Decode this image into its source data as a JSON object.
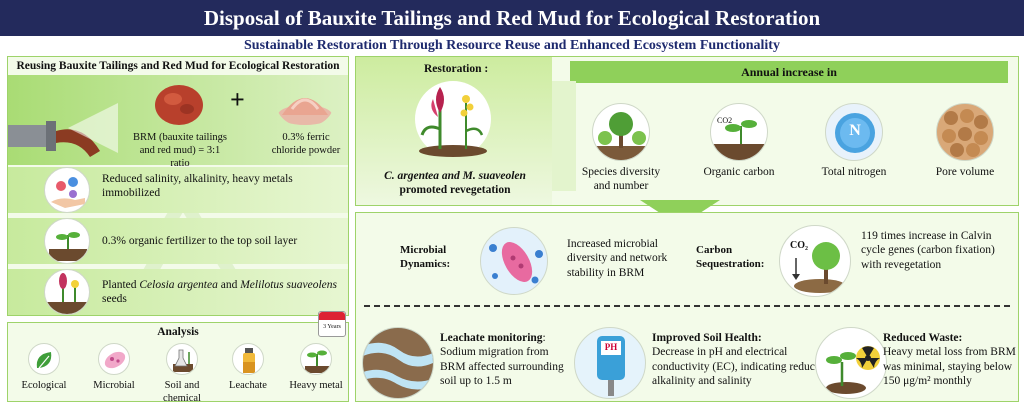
{
  "title": "Disposal of Bauxite Tailings and Red Mud for Ecological Restoration",
  "subtitle": "Sustainable Restoration Through Resource Reuse and Enhanced Ecosystem Functionality",
  "reuse": {
    "title": "Reusing Bauxite Tailings and Red Mud for Ecological Restoration",
    "brm_label": "BRM (bauxite tailings and red mud) = 3:1 ratio",
    "plus": "+",
    "ferric_label": "0.3% ferric chloride powder",
    "steps": [
      {
        "text": "Reduced salinity, alkalinity, heavy metals immobilized"
      },
      {
        "text": "0.3% organic fertilizer to the top soil layer"
      },
      {
        "pre": "Planted ",
        "sp1": "Celosia argentea",
        "mid": " and ",
        "sp2": "Melilotus suaveolens",
        "post": " seeds"
      }
    ]
  },
  "analysis": {
    "title": "Analysis",
    "calendar_label": "3 Years",
    "items": [
      {
        "label": "Ecological"
      },
      {
        "label": "Microbial"
      },
      {
        "label": "Soil and chemical"
      },
      {
        "label": "Leachate"
      },
      {
        "label": "Heavy metal"
      }
    ]
  },
  "restoration": {
    "label": "Restoration :",
    "caption_italic": "C. argentea and M. suaveolen",
    "caption": "promoted revegetation"
  },
  "annual": {
    "title": "Annual increase in",
    "items": [
      {
        "label": "Species diversity and number"
      },
      {
        "label": "Organic carbon"
      },
      {
        "label": "Total nitrogen"
      },
      {
        "label": "Pore volume"
      }
    ],
    "co2_label": "CO2",
    "n_label": "N"
  },
  "microbial": {
    "label": "Microbial Dynamics:",
    "text": "Increased microbial diversity and network stability in BRM"
  },
  "carbon": {
    "label": "Carbon Sequestration:",
    "co2": "CO₂",
    "text": "119 times increase in Calvin cycle genes (carbon fixation) with revegetation"
  },
  "leachate": {
    "label": "Leachate monitoring",
    "text": "Sodium migration from BRM affected surrounding soil up to 1.5 m"
  },
  "soil": {
    "label": "Improved Soil Health:",
    "ph": "PH",
    "text": "Decrease in pH and electrical conductivity (EC), indicating reduced alkalinity and salinity"
  },
  "waste": {
    "label": "Reduced Waste:",
    "text": "Heavy metal loss from BRM was minimal, staying below 150 μg/m² monthly"
  },
  "colors": {
    "header": "#232a5c",
    "accent_green": "#8fd05a",
    "panel_bg": "#f3fbe9",
    "red_mud": "#b8402c"
  }
}
